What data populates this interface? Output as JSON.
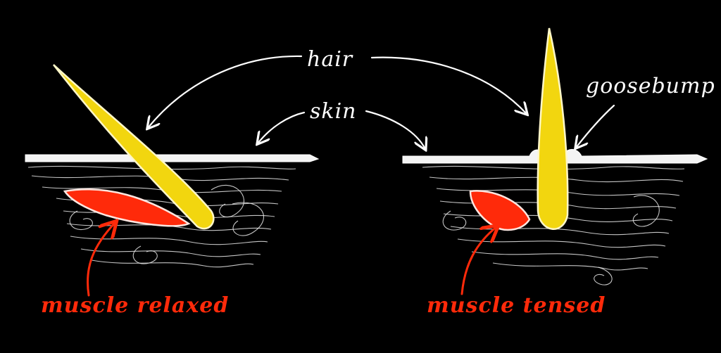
{
  "labels": {
    "hair": "hair",
    "skin": "skin",
    "goosebump": "goosebump",
    "muscle_relaxed": "muscle relaxed",
    "muscle_tensed": "muscle tensed"
  },
  "colors": {
    "background": "#000000",
    "hair": "#f2d60f",
    "hair_outline": "#fff7c8",
    "muscle": "#ff2a0a",
    "skin": "#f4f4f4",
    "tissue": "#e8e8e8",
    "label_white": "#ffffff",
    "label_red": "#ff2a0a"
  }
}
